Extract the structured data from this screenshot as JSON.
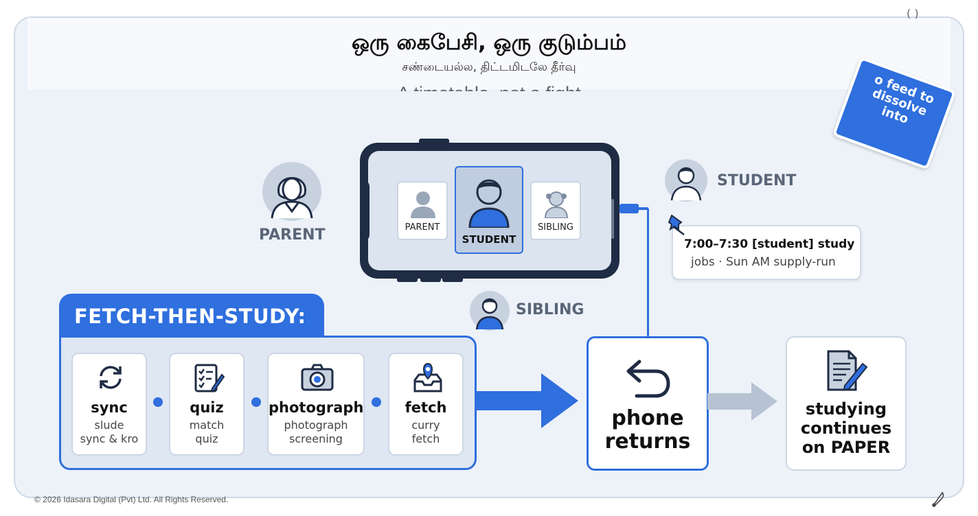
{
  "header": {
    "title": "ஒரு கைபேசி, ஒரு குடும்பம்",
    "subtitle": "சண்டையல்ல, திட்டமிடலே தீர்வு",
    "tagline": "A timetable, not a fight",
    "corner_mark": "( )"
  },
  "note_card": {
    "text": "o feed to dissolve into",
    "color": "#2f6fde"
  },
  "phone": {
    "apps": [
      {
        "label": "PARENT",
        "icon": "parent-icon"
      },
      {
        "label": "STUDENT",
        "icon": "student-icon",
        "active": true
      },
      {
        "label": "SIBLING",
        "icon": "sibling-icon"
      }
    ]
  },
  "roles": {
    "parent": "PARENT",
    "student": "STUDENT",
    "sibling": "SIBLING"
  },
  "schedule": {
    "line1": "7:00–7:30 [student] study",
    "line2": "jobs · Sun AM supply-run",
    "pin_icon": "pushpin-icon"
  },
  "fetch_then_study": {
    "title": "FETCH-THEN-STUDY:",
    "steps": [
      {
        "title": "sync",
        "sub1": "slude",
        "sub2": "sync & kro",
        "icon": "sync-icon"
      },
      {
        "title": "quiz",
        "sub1": "match",
        "sub2": "quiz",
        "icon": "checklist-icon"
      },
      {
        "title": "photograph",
        "sub1": "photograph",
        "sub2": "screening",
        "icon": "camera-icon"
      },
      {
        "title": "fetch",
        "sub1": "curry",
        "sub2": "fetch",
        "icon": "inbox-location-icon"
      }
    ]
  },
  "returns": {
    "line1": "phone",
    "line2": "returns",
    "icon": "return-arrow-icon"
  },
  "paper": {
    "line1": "studying",
    "line2": "continues",
    "line3": "on PAPER",
    "icon": "document-pen-icon"
  },
  "footer": {
    "copyright": "© 2026 Idasara Digital (Pvt) Ltd. All Rights Reserved."
  },
  "colors": {
    "accent": "#2f6fde",
    "panel": "#dfe7f3",
    "text": "#111111",
    "muted": "#5a6678"
  }
}
